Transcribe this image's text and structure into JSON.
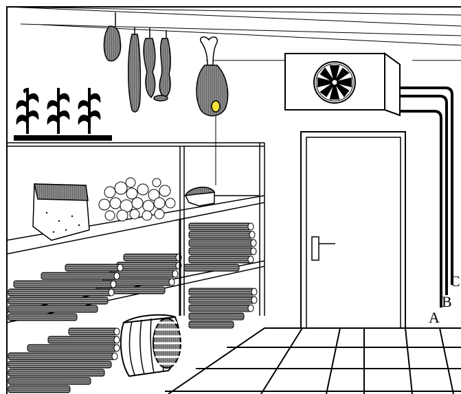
{
  "diagram": {
    "pipe_labels": {
      "a": "A",
      "b": "B",
      "c": "C"
    },
    "colors": {
      "line": "#000000",
      "hatch": "#6e6e6e",
      "background": "#ffffff",
      "ham_spot": "#f4e23a"
    },
    "objects": [
      "cold-room-ceiling-rails",
      "hanging-sausages",
      "hanging-ham",
      "evaporator-cooler-unit",
      "cooler-fan",
      "refrigerant-pipes",
      "door",
      "door-handle",
      "plants-on-shelf",
      "wooden-shelving",
      "cheese-wedge",
      "cauliflower-pile",
      "cheese-slice",
      "stacked-salami-logs",
      "barrel-basket",
      "tiled-floor"
    ]
  }
}
